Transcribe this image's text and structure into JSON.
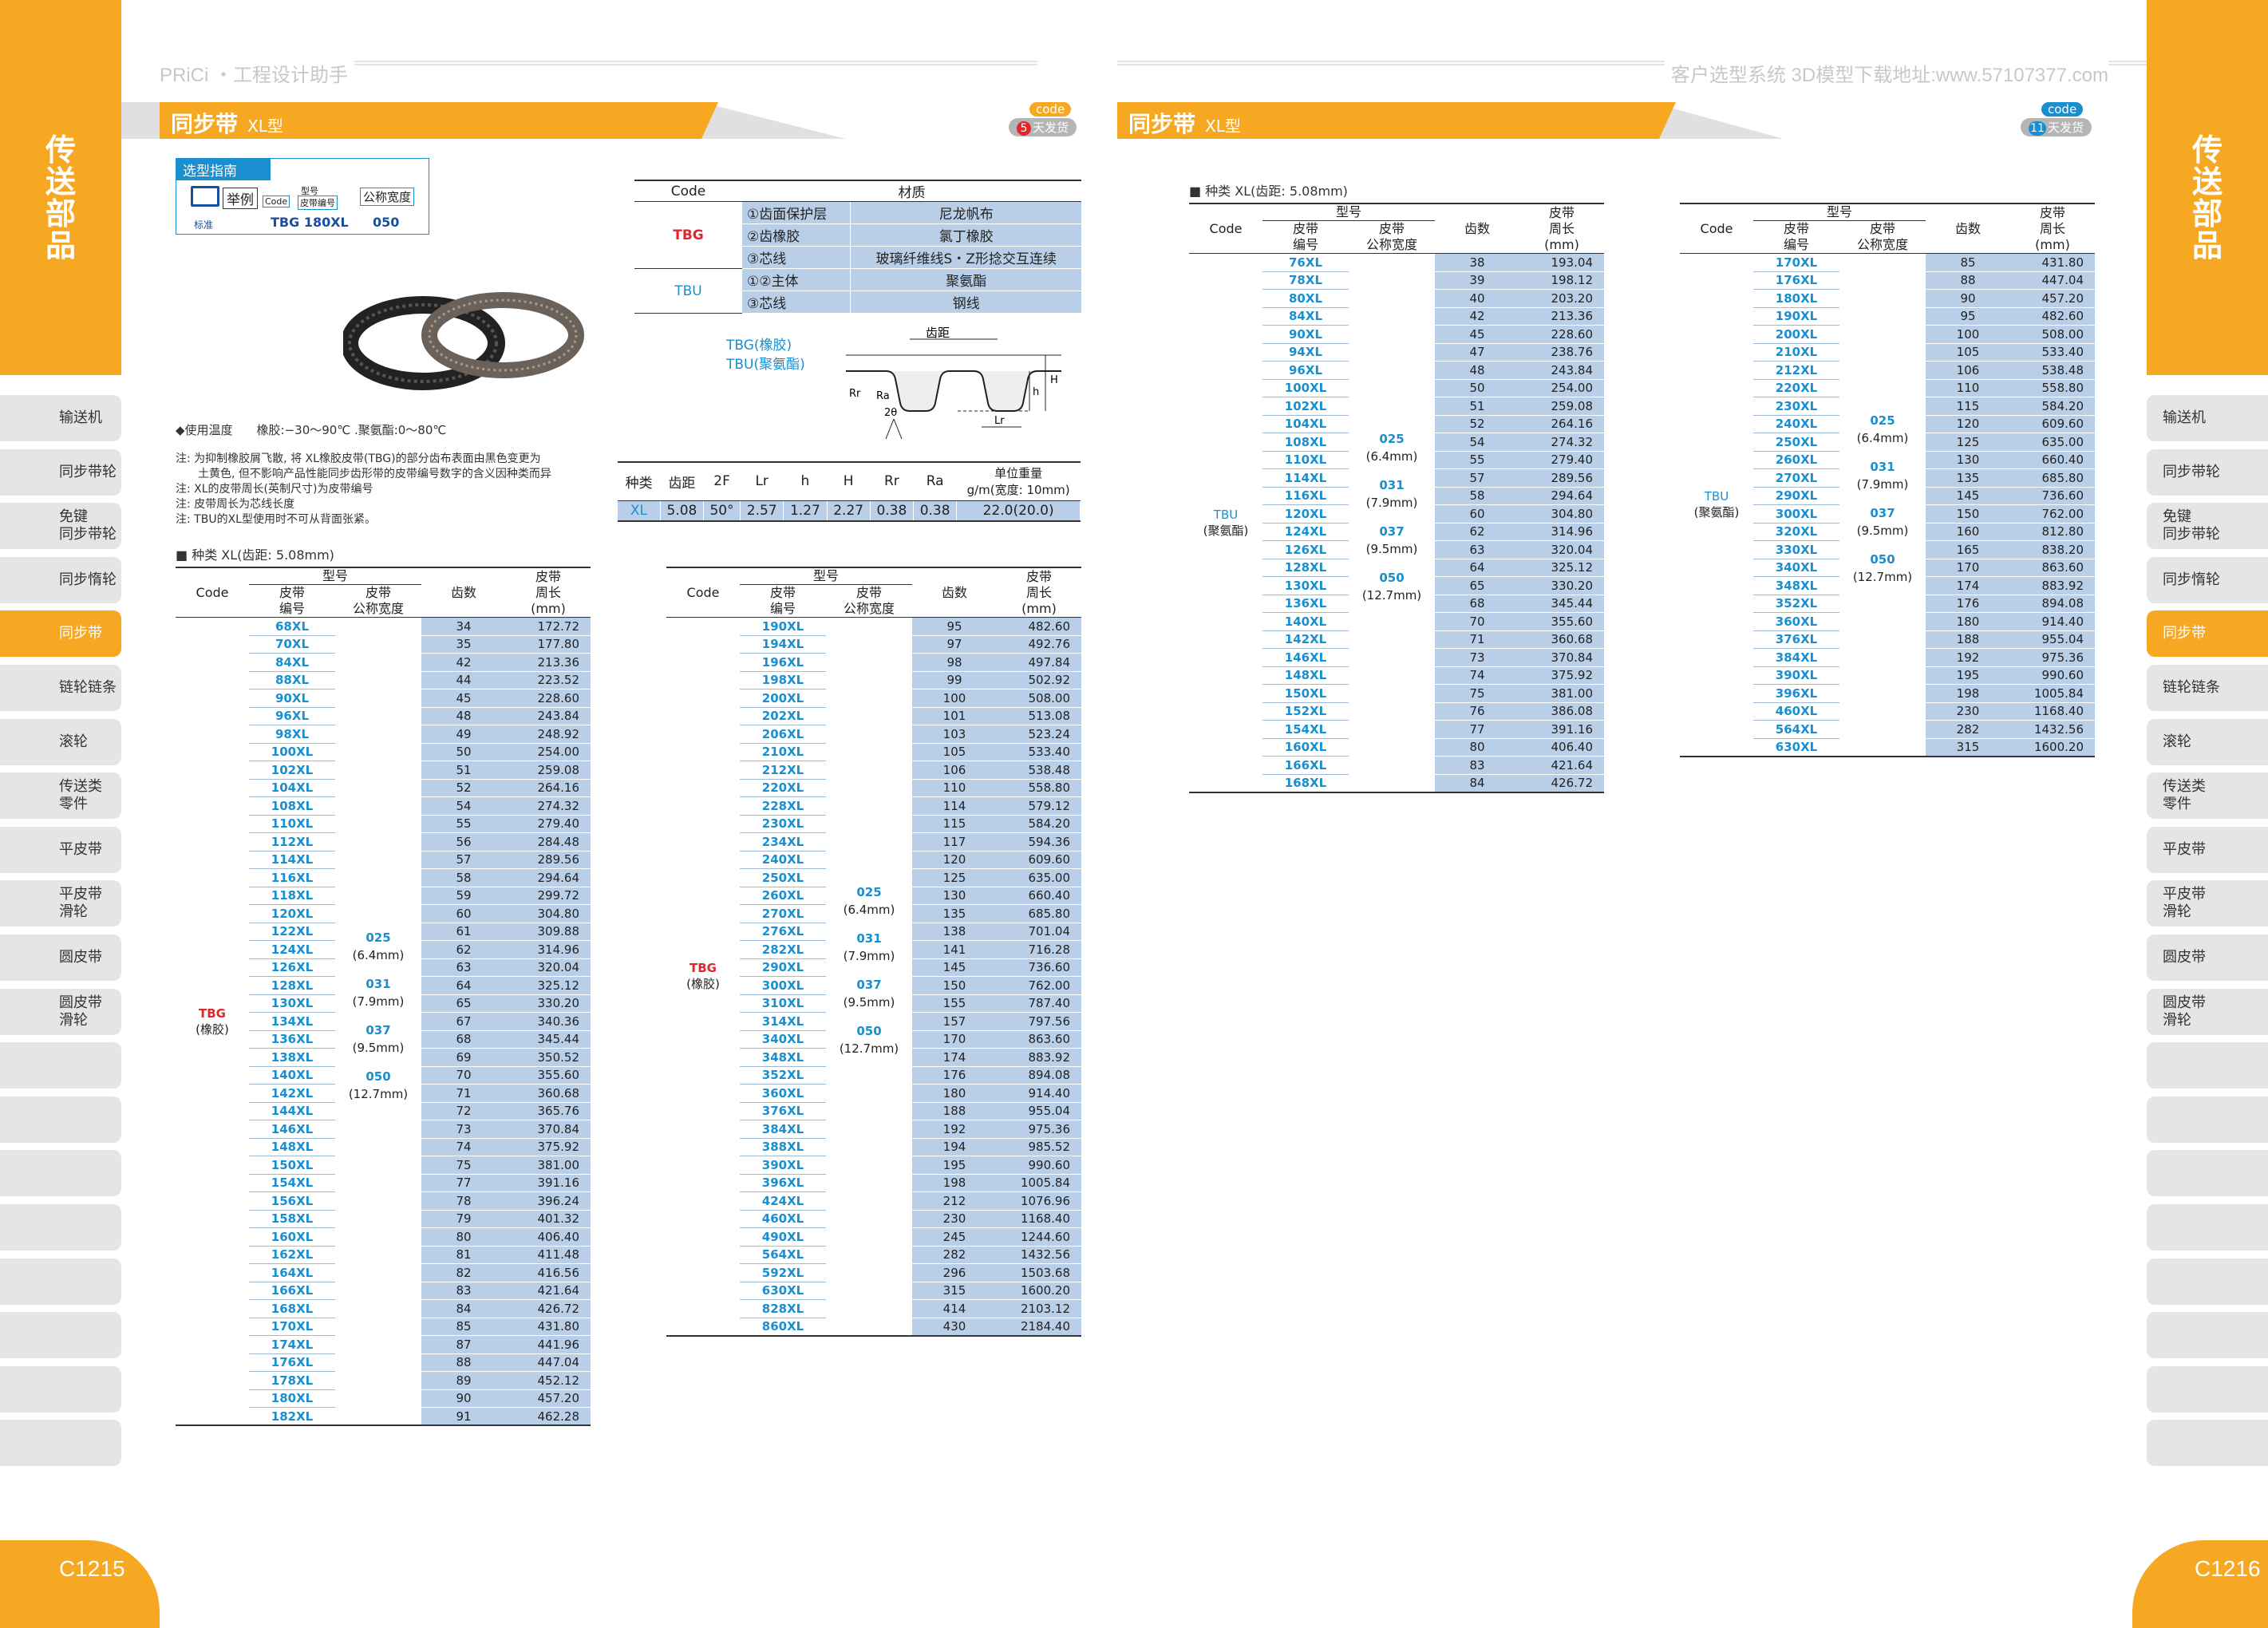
{
  "header": {
    "brand": "PRiCi ・工程设计助手",
    "right": "客户选型系统 3D模型下载地址:www.57107377.com"
  },
  "category": "传送部品",
  "colors": {
    "accent": "#f7a823",
    "blue": "#1a8fd0",
    "red": "#e0262f",
    "cell": "#b9cfe8"
  },
  "sidebar": [
    "输送机",
    "同步带轮",
    "免键\n同步带轮",
    "同步惰轮",
    "同步带",
    "链轮链条",
    "滚轮",
    "传送类\n零件",
    "平皮带",
    "平皮带\n滑轮",
    "圆皮带",
    "圆皮带\n滑轮",
    "",
    "",
    "",
    "",
    "",
    "",
    "",
    ""
  ],
  "sidebar_active": 4,
  "left": {
    "title": "同步带",
    "subtitle": "XL型",
    "badge": {
      "code": "code",
      "days": "5",
      "text": "天发货"
    },
    "guide": {
      "title": "选型指南",
      "example": "举例",
      "col1": "型号",
      "code": "Code",
      "beltno": "皮带编号",
      "width": "公称宽度",
      "std": "标准",
      "val1": "TBG 180XL",
      "val2": "050"
    },
    "temp": "◆使用温度　　橡胶:−30〜90℃ .聚氨酯:0〜80℃",
    "notes": [
      "注: 为抑制橡胶屑飞散, 将 XL橡胶皮带(TBG)的部分齿布表面由黑色变更为",
      "　　土黄色, 但不影响产品性能同步齿形带的皮带编号数字的含义因种类而异",
      "注: XL的皮带周长(英制尺寸)为皮带编号",
      "注: 皮带周长为芯线长度",
      "注: TBU的XL型使用时不可从背面张紧。"
    ],
    "material": {
      "head": [
        "Code",
        "材质"
      ],
      "rows": [
        [
          "TBG",
          "①齿面保护层",
          "尼龙帆布"
        ],
        [
          "",
          "②齿橡胶",
          "氯丁橡胶"
        ],
        [
          "",
          "③芯线",
          "玻璃纤维线S・Z形捻交互连续"
        ],
        [
          "TBU",
          "①②主体",
          "聚氨酯"
        ],
        [
          "",
          "③芯线",
          "钢线"
        ]
      ]
    },
    "diagram": {
      "tbg": "TBG(橡胶)",
      "tbu": "TBU(聚氨酯)",
      "pitch": "齿距",
      "rr": "Rr",
      "ra": "Ra",
      "h": "h",
      "H": "H",
      "lr": "Lr",
      "angle": "2θ"
    },
    "spec": {
      "head": [
        "种类",
        "齿距",
        "2F",
        "Lr",
        "h",
        "H",
        "Rr",
        "Ra",
        "单位重量\ng/m(宽度: 10mm)"
      ],
      "row": [
        "XL",
        "5.08",
        "50°",
        "2.57",
        "1.27",
        "2.27",
        "0.38",
        "0.38",
        "22.0(20.0)"
      ]
    },
    "section": "■ 种类 XL(齿距: 5.08mm)",
    "th": {
      "model": "型号",
      "code": "Code",
      "beltno": "皮带\n编号",
      "width": "皮带\n公称宽度",
      "teeth": "齿数",
      "len": "皮带\n周长\n(mm)"
    },
    "t1": {
      "code": "TBG",
      "mat": "(橡胶)",
      "widths": [
        [
          "025",
          "(6.4mm)"
        ],
        [
          "031",
          "(7.9mm)"
        ],
        [
          "037",
          "(9.5mm)"
        ],
        [
          "050",
          "(12.7mm)"
        ]
      ],
      "rows": [
        [
          "68XL",
          "34",
          "172.72"
        ],
        [
          "70XL",
          "35",
          "177.80"
        ],
        [
          "84XL",
          "42",
          "213.36"
        ],
        [
          "88XL",
          "44",
          "223.52"
        ],
        [
          "90XL",
          "45",
          "228.60"
        ],
        [
          "96XL",
          "48",
          "243.84"
        ],
        [
          "98XL",
          "49",
          "248.92"
        ],
        [
          "100XL",
          "50",
          "254.00"
        ],
        [
          "102XL",
          "51",
          "259.08"
        ],
        [
          "104XL",
          "52",
          "264.16"
        ],
        [
          "108XL",
          "54",
          "274.32"
        ],
        [
          "110XL",
          "55",
          "279.40"
        ],
        [
          "112XL",
          "56",
          "284.48"
        ],
        [
          "114XL",
          "57",
          "289.56"
        ],
        [
          "116XL",
          "58",
          "294.64"
        ],
        [
          "118XL",
          "59",
          "299.72"
        ],
        [
          "120XL",
          "60",
          "304.80"
        ],
        [
          "122XL",
          "61",
          "309.88"
        ],
        [
          "124XL",
          "62",
          "314.96"
        ],
        [
          "126XL",
          "63",
          "320.04"
        ],
        [
          "128XL",
          "64",
          "325.12"
        ],
        [
          "130XL",
          "65",
          "330.20"
        ],
        [
          "134XL",
          "67",
          "340.36"
        ],
        [
          "136XL",
          "68",
          "345.44"
        ],
        [
          "138XL",
          "69",
          "350.52"
        ],
        [
          "140XL",
          "70",
          "355.60"
        ],
        [
          "142XL",
          "71",
          "360.68"
        ],
        [
          "144XL",
          "72",
          "365.76"
        ],
        [
          "146XL",
          "73",
          "370.84"
        ],
        [
          "148XL",
          "74",
          "375.92"
        ],
        [
          "150XL",
          "75",
          "381.00"
        ],
        [
          "154XL",
          "77",
          "391.16"
        ],
        [
          "156XL",
          "78",
          "396.24"
        ],
        [
          "158XL",
          "79",
          "401.32"
        ],
        [
          "160XL",
          "80",
          "406.40"
        ],
        [
          "162XL",
          "81",
          "411.48"
        ],
        [
          "164XL",
          "82",
          "416.56"
        ],
        [
          "166XL",
          "83",
          "421.64"
        ],
        [
          "168XL",
          "84",
          "426.72"
        ],
        [
          "170XL",
          "85",
          "431.80"
        ],
        [
          "174XL",
          "87",
          "441.96"
        ],
        [
          "176XL",
          "88",
          "447.04"
        ],
        [
          "178XL",
          "89",
          "452.12"
        ],
        [
          "180XL",
          "90",
          "457.20"
        ],
        [
          "182XL",
          "91",
          "462.28"
        ]
      ]
    },
    "t2": {
      "code": "TBG",
      "mat": "(橡胶)",
      "widths": [
        [
          "025",
          "(6.4mm)"
        ],
        [
          "031",
          "(7.9mm)"
        ],
        [
          "037",
          "(9.5mm)"
        ],
        [
          "050",
          "(12.7mm)"
        ]
      ],
      "rows": [
        [
          "190XL",
          "95",
          "482.60"
        ],
        [
          "194XL",
          "97",
          "492.76"
        ],
        [
          "196XL",
          "98",
          "497.84"
        ],
        [
          "198XL",
          "99",
          "502.92"
        ],
        [
          "200XL",
          "100",
          "508.00"
        ],
        [
          "202XL",
          "101",
          "513.08"
        ],
        [
          "206XL",
          "103",
          "523.24"
        ],
        [
          "210XL",
          "105",
          "533.40"
        ],
        [
          "212XL",
          "106",
          "538.48"
        ],
        [
          "220XL",
          "110",
          "558.80"
        ],
        [
          "228XL",
          "114",
          "579.12"
        ],
        [
          "230XL",
          "115",
          "584.20"
        ],
        [
          "234XL",
          "117",
          "594.36"
        ],
        [
          "240XL",
          "120",
          "609.60"
        ],
        [
          "250XL",
          "125",
          "635.00"
        ],
        [
          "260XL",
          "130",
          "660.40"
        ],
        [
          "270XL",
          "135",
          "685.80"
        ],
        [
          "276XL",
          "138",
          "701.04"
        ],
        [
          "282XL",
          "141",
          "716.28"
        ],
        [
          "290XL",
          "145",
          "736.60"
        ],
        [
          "300XL",
          "150",
          "762.00"
        ],
        [
          "310XL",
          "155",
          "787.40"
        ],
        [
          "314XL",
          "157",
          "797.56"
        ],
        [
          "340XL",
          "170",
          "863.60"
        ],
        [
          "348XL",
          "174",
          "883.92"
        ],
        [
          "352XL",
          "176",
          "894.08"
        ],
        [
          "360XL",
          "180",
          "914.40"
        ],
        [
          "376XL",
          "188",
          "955.04"
        ],
        [
          "384XL",
          "192",
          "975.36"
        ],
        [
          "388XL",
          "194",
          "985.52"
        ],
        [
          "390XL",
          "195",
          "990.60"
        ],
        [
          "396XL",
          "198",
          "1005.84"
        ],
        [
          "424XL",
          "212",
          "1076.96"
        ],
        [
          "460XL",
          "230",
          "1168.40"
        ],
        [
          "490XL",
          "245",
          "1244.60"
        ],
        [
          "564XL",
          "282",
          "1432.56"
        ],
        [
          "592XL",
          "296",
          "1503.68"
        ],
        [
          "630XL",
          "315",
          "1600.20"
        ],
        [
          "828XL",
          "414",
          "2103.12"
        ],
        [
          "860XL",
          "430",
          "2184.40"
        ]
      ]
    },
    "page": "C1215"
  },
  "right": {
    "title": "同步带",
    "subtitle": "XL型",
    "badge": {
      "code": "code",
      "days": "11",
      "text": "天发货"
    },
    "section": "■ 种类 XL(齿距: 5.08mm)",
    "t3": {
      "code": "TBU",
      "mat": "(聚氨酯)",
      "widths": [
        [
          "025",
          "(6.4mm)"
        ],
        [
          "031",
          "(7.9mm)"
        ],
        [
          "037",
          "(9.5mm)"
        ],
        [
          "050",
          "(12.7mm)"
        ]
      ],
      "rows": [
        [
          "76XL",
          "38",
          "193.04"
        ],
        [
          "78XL",
          "39",
          "198.12"
        ],
        [
          "80XL",
          "40",
          "203.20"
        ],
        [
          "84XL",
          "42",
          "213.36"
        ],
        [
          "90XL",
          "45",
          "228.60"
        ],
        [
          "94XL",
          "47",
          "238.76"
        ],
        [
          "96XL",
          "48",
          "243.84"
        ],
        [
          "100XL",
          "50",
          "254.00"
        ],
        [
          "102XL",
          "51",
          "259.08"
        ],
        [
          "104XL",
          "52",
          "264.16"
        ],
        [
          "108XL",
          "54",
          "274.32"
        ],
        [
          "110XL",
          "55",
          "279.40"
        ],
        [
          "114XL",
          "57",
          "289.56"
        ],
        [
          "116XL",
          "58",
          "294.64"
        ],
        [
          "120XL",
          "60",
          "304.80"
        ],
        [
          "124XL",
          "62",
          "314.96"
        ],
        [
          "126XL",
          "63",
          "320.04"
        ],
        [
          "128XL",
          "64",
          "325.12"
        ],
        [
          "130XL",
          "65",
          "330.20"
        ],
        [
          "136XL",
          "68",
          "345.44"
        ],
        [
          "140XL",
          "70",
          "355.60"
        ],
        [
          "142XL",
          "71",
          "360.68"
        ],
        [
          "146XL",
          "73",
          "370.84"
        ],
        [
          "148XL",
          "74",
          "375.92"
        ],
        [
          "150XL",
          "75",
          "381.00"
        ],
        [
          "152XL",
          "76",
          "386.08"
        ],
        [
          "154XL",
          "77",
          "391.16"
        ],
        [
          "160XL",
          "80",
          "406.40"
        ],
        [
          "166XL",
          "83",
          "421.64"
        ],
        [
          "168XL",
          "84",
          "426.72"
        ]
      ]
    },
    "t4": {
      "code": "TBU",
      "mat": "(聚氨酯)",
      "widths": [
        [
          "025",
          "(6.4mm)"
        ],
        [
          "031",
          "(7.9mm)"
        ],
        [
          "037",
          "(9.5mm)"
        ],
        [
          "050",
          "(12.7mm)"
        ]
      ],
      "rows": [
        [
          "170XL",
          "85",
          "431.80"
        ],
        [
          "176XL",
          "88",
          "447.04"
        ],
        [
          "180XL",
          "90",
          "457.20"
        ],
        [
          "190XL",
          "95",
          "482.60"
        ],
        [
          "200XL",
          "100",
          "508.00"
        ],
        [
          "210XL",
          "105",
          "533.40"
        ],
        [
          "212XL",
          "106",
          "538.48"
        ],
        [
          "220XL",
          "110",
          "558.80"
        ],
        [
          "230XL",
          "115",
          "584.20"
        ],
        [
          "240XL",
          "120",
          "609.60"
        ],
        [
          "250XL",
          "125",
          "635.00"
        ],
        [
          "260XL",
          "130",
          "660.40"
        ],
        [
          "270XL",
          "135",
          "685.80"
        ],
        [
          "290XL",
          "145",
          "736.60"
        ],
        [
          "300XL",
          "150",
          "762.00"
        ],
        [
          "320XL",
          "160",
          "812.80"
        ],
        [
          "330XL",
          "165",
          "838.20"
        ],
        [
          "340XL",
          "170",
          "863.60"
        ],
        [
          "348XL",
          "174",
          "883.92"
        ],
        [
          "352XL",
          "176",
          "894.08"
        ],
        [
          "360XL",
          "180",
          "914.40"
        ],
        [
          "376XL",
          "188",
          "955.04"
        ],
        [
          "384XL",
          "192",
          "975.36"
        ],
        [
          "390XL",
          "195",
          "990.60"
        ],
        [
          "396XL",
          "198",
          "1005.84"
        ],
        [
          "460XL",
          "230",
          "1168.40"
        ],
        [
          "564XL",
          "282",
          "1432.56"
        ],
        [
          "630XL",
          "315",
          "1600.20"
        ]
      ]
    },
    "page": "C1216"
  }
}
